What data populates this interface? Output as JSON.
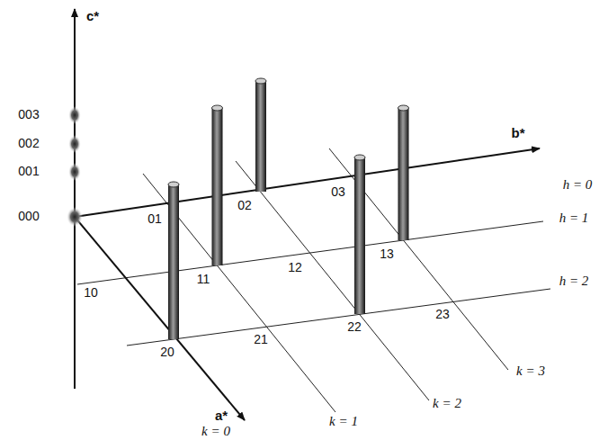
{
  "diagram": {
    "labels": [
      "c*",
      "003",
      "002",
      "001",
      "000",
      "b*",
      "a*",
      "h = 0",
      "h = 1",
      "h = 2",
      "k = 0",
      "k = 1",
      "k = 2",
      "k = 3",
      "01",
      "02",
      "03",
      "10",
      "11",
      "12",
      "13",
      "20",
      "21",
      "22",
      "23"
    ]
  }
}
